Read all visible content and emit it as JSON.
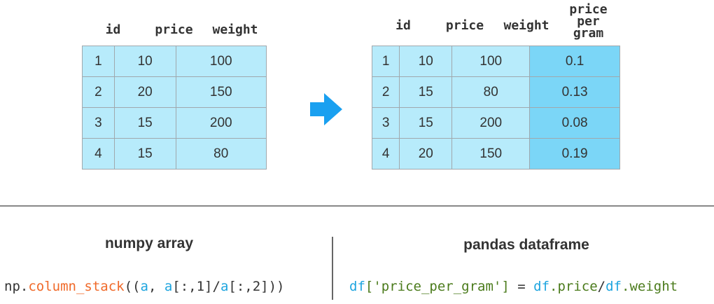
{
  "left_table": {
    "headers": [
      "id",
      "price",
      "weight"
    ],
    "rows": [
      [
        "1",
        "10",
        "100"
      ],
      [
        "2",
        "20",
        "150"
      ],
      [
        "3",
        "15",
        "200"
      ],
      [
        "4",
        "15",
        "80"
      ]
    ]
  },
  "right_table": {
    "headers": [
      "id",
      "price",
      "weight",
      "price per gram"
    ],
    "header_lines": [
      "price",
      "per",
      "gram"
    ],
    "rows": [
      [
        "1",
        "10",
        "100",
        "0.1"
      ],
      [
        "2",
        "15",
        "80",
        "0.13"
      ],
      [
        "3",
        "15",
        "200",
        "0.08"
      ],
      [
        "4",
        "20",
        "150",
        "0.19"
      ]
    ]
  },
  "arrow_icon": "right-arrow",
  "colors": {
    "cell": "#b7ebfb",
    "highlight": "#7bd6f7",
    "arrow": "#1aa0f0"
  },
  "numpy": {
    "label": "numpy array",
    "code": {
      "np": "np.",
      "fn": "column_stack",
      "p1": "((",
      "a1": "a",
      ",": ", ",
      "a2": "a",
      "s1": "[:,1]/",
      "a3": "a",
      "s2": "[:,2]))"
    }
  },
  "pandas": {
    "label": "pandas dataframe",
    "code": {
      "df1": "df",
      "s1": "['price_per_gram']",
      "eq": " = ",
      "df2": "df",
      ".p": ".price",
      "sl": "/",
      "df3": "df",
      ".w": ".weight"
    }
  }
}
